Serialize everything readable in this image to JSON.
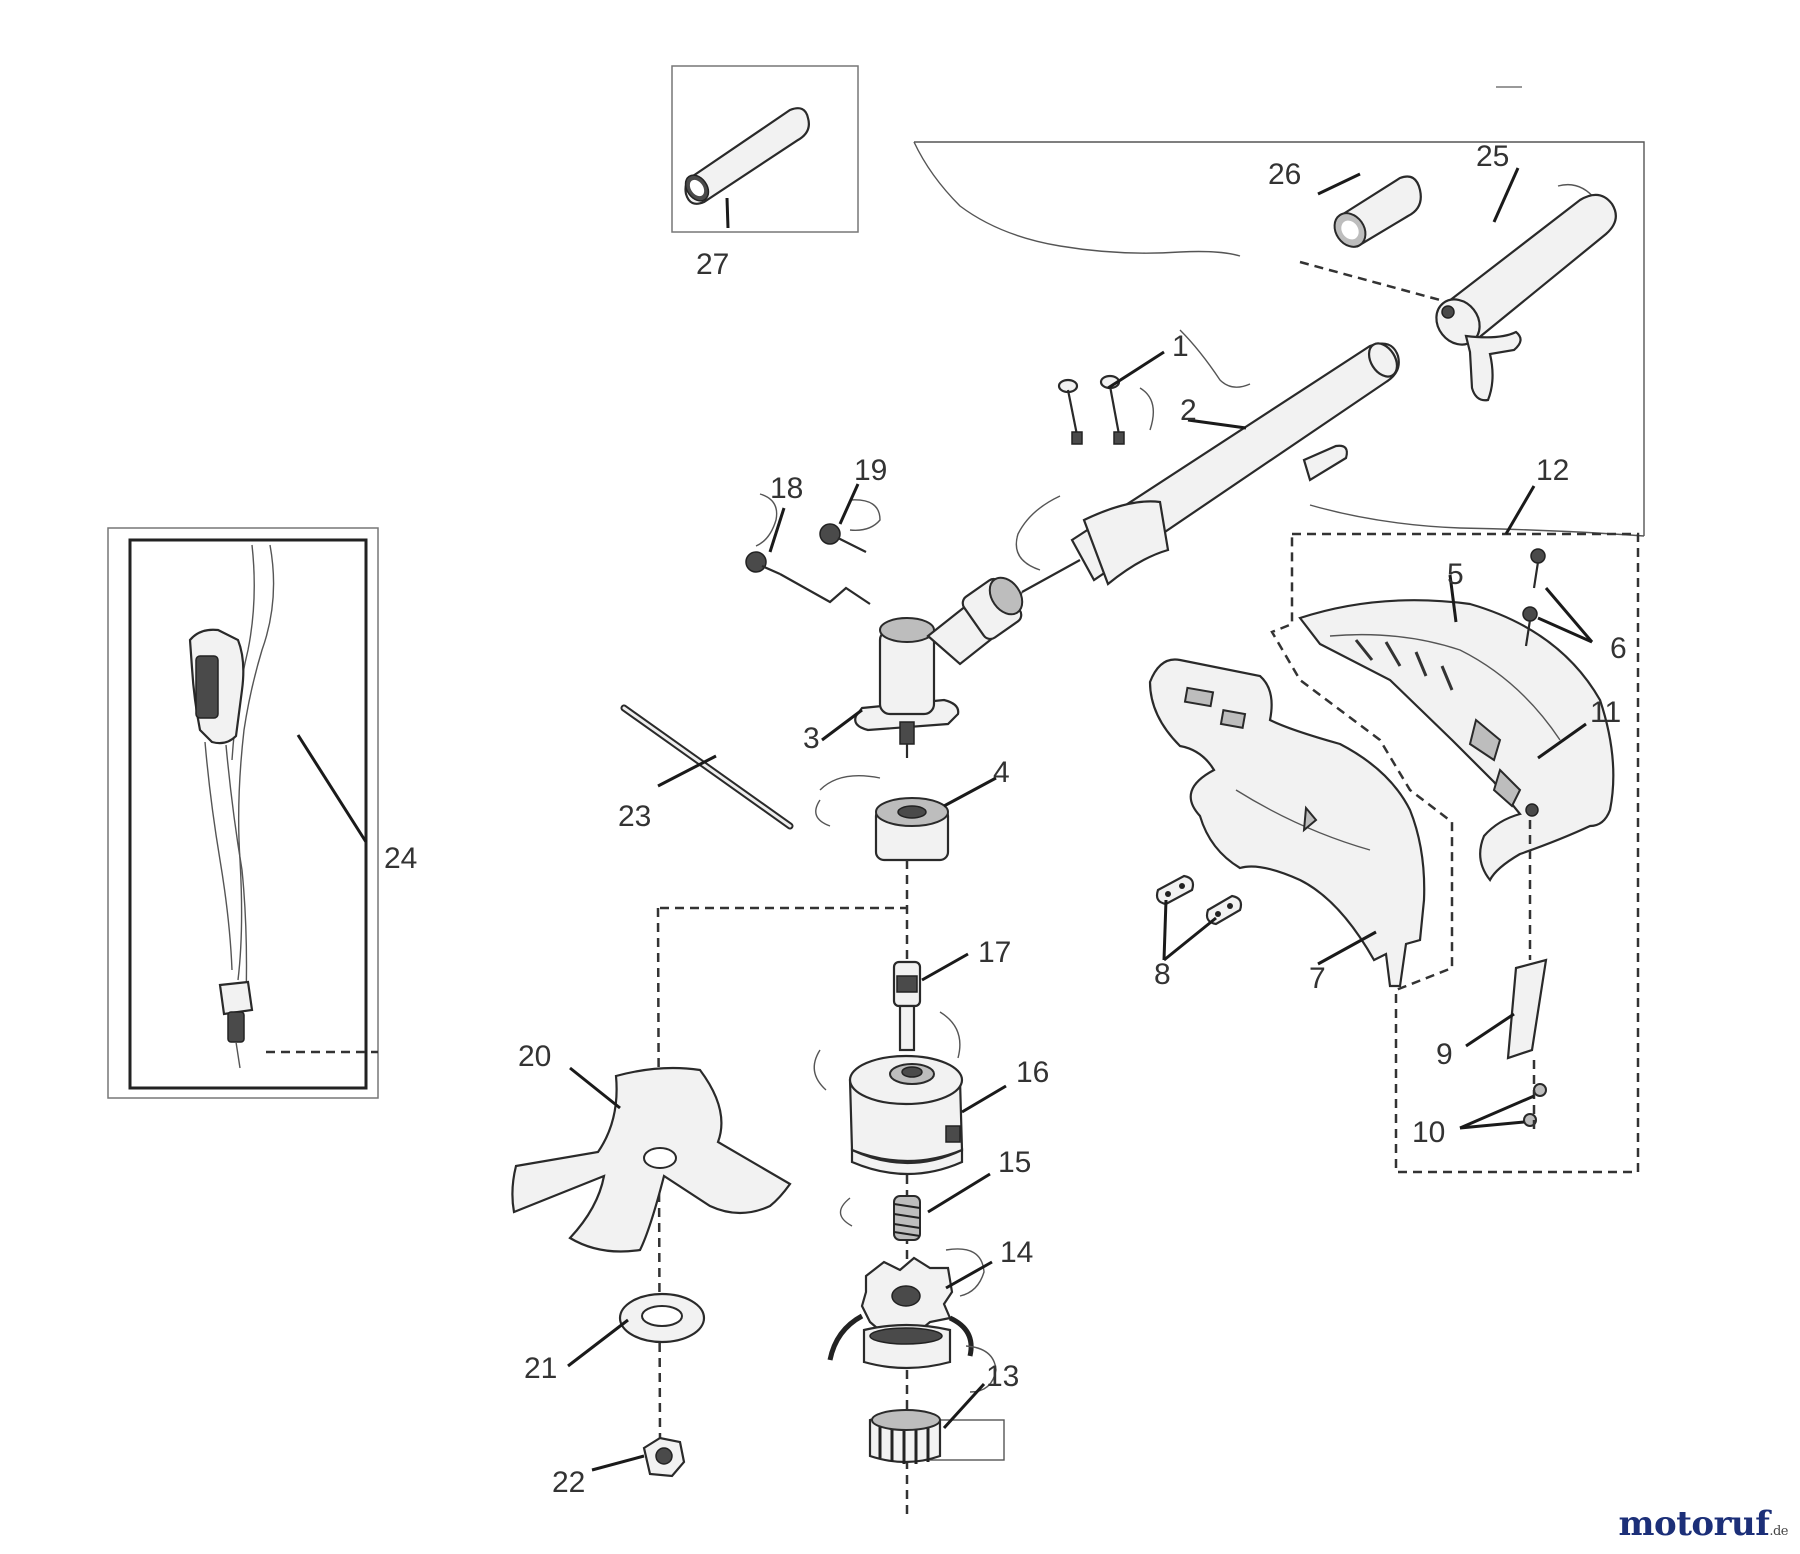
{
  "part_numbers": {
    "p1": "1",
    "p2": "2",
    "p3": "3",
    "p4": "4",
    "p5": "5",
    "p6": "6",
    "p7": "7",
    "p8": "8",
    "p9": "9",
    "p10": "10",
    "p11": "11",
    "p12": "12",
    "p13": "13",
    "p14": "14",
    "p15": "15",
    "p16": "16",
    "p17": "17",
    "p18": "18",
    "p19": "19",
    "p20": "20",
    "p21": "21",
    "p22": "22",
    "p23": "23",
    "p24": "24",
    "p25": "25",
    "p26": "26",
    "p27": "27"
  },
  "watermark": {
    "main": "motoruf",
    "suffix": ".de"
  },
  "colors": {
    "line": "#2a2a2a",
    "label": "#333333",
    "watermark_blue": "#1c2f78",
    "watermark_green": "#2a7a2a"
  }
}
